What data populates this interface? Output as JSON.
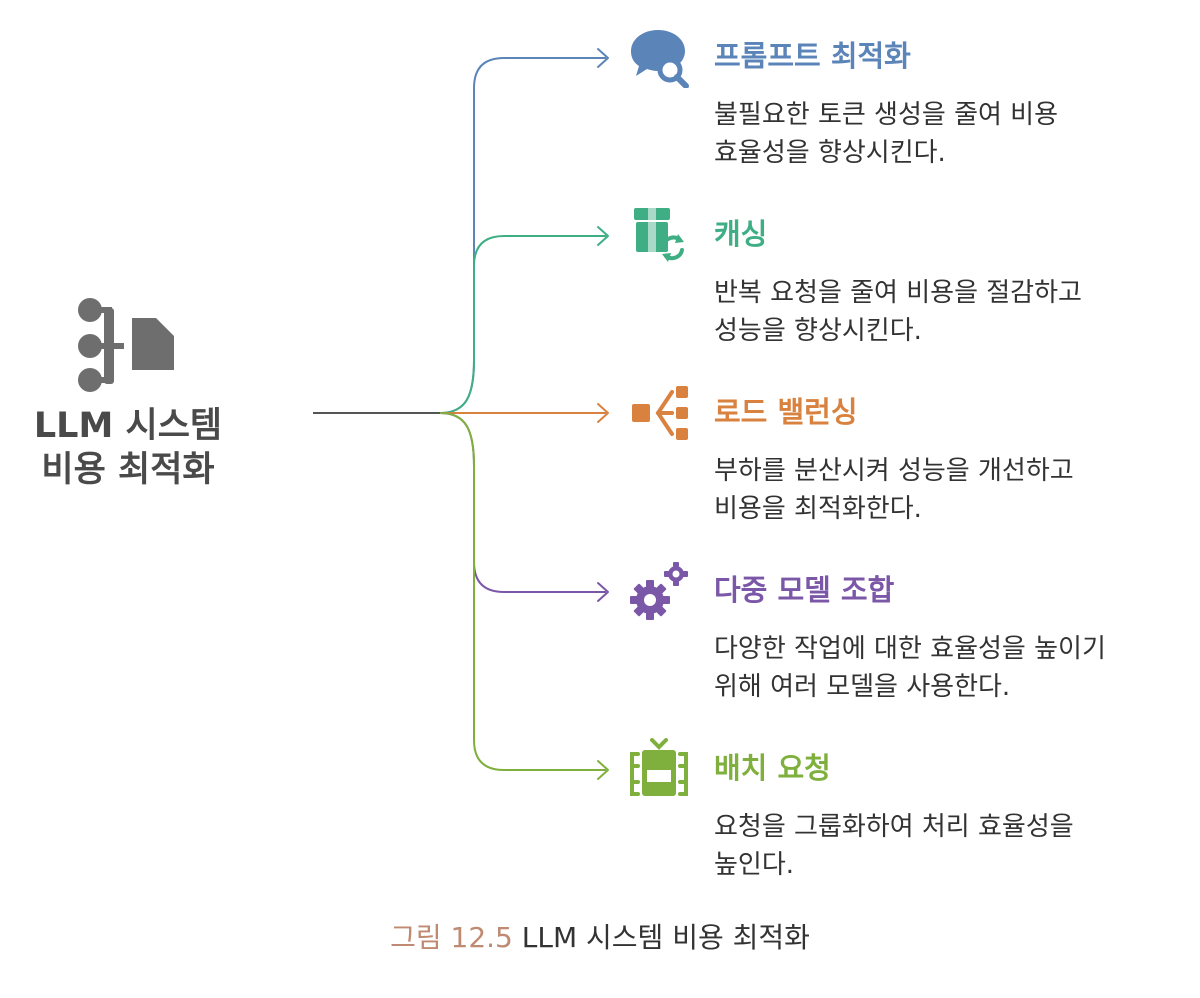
{
  "root": {
    "title_lines": [
      "LLM 시스템",
      "비용 최적화"
    ],
    "icon": "workflow-document-icon",
    "color": "#6e6e6e"
  },
  "branches": [
    {
      "title": "프롬프트 최적화",
      "desc_lines": [
        "불필요한 토큰 생성을 줄여 비용",
        "효율성을 향상시킨다."
      ],
      "color": "#5b84b8",
      "icon": "speech-bubble-search-icon"
    },
    {
      "title": "캐싱",
      "desc_lines": [
        "반복 요청을 줄여 비용을 절감하고",
        "성능을 향상시킨다."
      ],
      "color": "#3fae84",
      "icon": "box-recycle-icon"
    },
    {
      "title": "로드 밸런싱",
      "desc_lines": [
        "부하를 분산시켜 성능을 개선하고",
        "비용을 최적화한다."
      ],
      "color": "#d9823f",
      "icon": "load-distribution-icon"
    },
    {
      "title": "다중 모델 조합",
      "desc_lines": [
        "다양한 작업에 대한 효율성을 높이기",
        "위해 여러 모델을 사용한다."
      ],
      "color": "#7b57a8",
      "icon": "gears-icon"
    },
    {
      "title": "배치 요청",
      "desc_lines": [
        "요청을 그룹화하여 처리 효율성을",
        "높인다."
      ],
      "color": "#7fb03d",
      "icon": "batch-container-icon"
    }
  ],
  "caption": {
    "label": "그림 12.5",
    "text": " LLM 시스템 비용 최적화"
  },
  "colors": {
    "root_line": "#555555",
    "caption_label": "#c08a72"
  }
}
